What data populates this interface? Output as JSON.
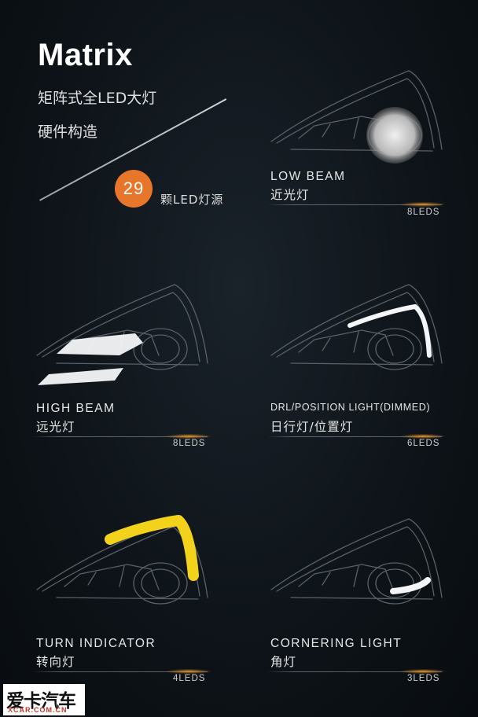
{
  "header": {
    "title": "Matrix",
    "subtitle_line1": "矩阵式全LED大灯",
    "subtitle_line2": "硬件构造",
    "led_count": "29",
    "led_count_label": "颗LED灯源"
  },
  "panels": [
    {
      "id": "low-beam",
      "label_en": "LOW BEAM",
      "label_cn": "近光灯",
      "count": "8LEDS",
      "highlight": "low"
    },
    {
      "id": "high-beam",
      "label_en": "HIGH BEAM",
      "label_cn": "远光灯",
      "count": "8LEDS",
      "highlight": "high"
    },
    {
      "id": "drl",
      "label_en": "DRL/POSITION LIGHT(DIMMED)",
      "label_cn": "日行灯/位置灯",
      "count": "6LEDS",
      "highlight": "drl"
    },
    {
      "id": "turn",
      "label_en": "TURN INDICATOR",
      "label_cn": "转向灯",
      "count": "4LEDS",
      "highlight": "turn"
    },
    {
      "id": "cornering",
      "label_en": "CORNERING LIGHT",
      "label_cn": "角灯",
      "count": "3LEDS",
      "highlight": "corner"
    }
  ],
  "colors": {
    "accent_orange": "#e8762a",
    "turn_yellow": "#f3d21c",
    "led_white": "#f4f6f8",
    "background": "#0d1318"
  },
  "watermark": {
    "main": "爱卡汽车",
    "sub": "XCAR.COM.CN"
  }
}
